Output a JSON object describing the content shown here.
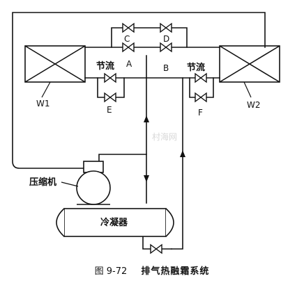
{
  "labels": {
    "valve_c": "C",
    "valve_d": "D",
    "valve_a": "A",
    "valve_b": "B",
    "valve_e": "E",
    "valve_f": "F",
    "throttle_left": "节流",
    "throttle_right": "节流",
    "coil_w1": "W1",
    "coil_w2": "W2",
    "compressor": "压缩机",
    "condenser": "冷凝器"
  },
  "caption": {
    "figure_number": "图 9-72",
    "title": "排气热融霜系统"
  },
  "watermark": "村海网"
}
